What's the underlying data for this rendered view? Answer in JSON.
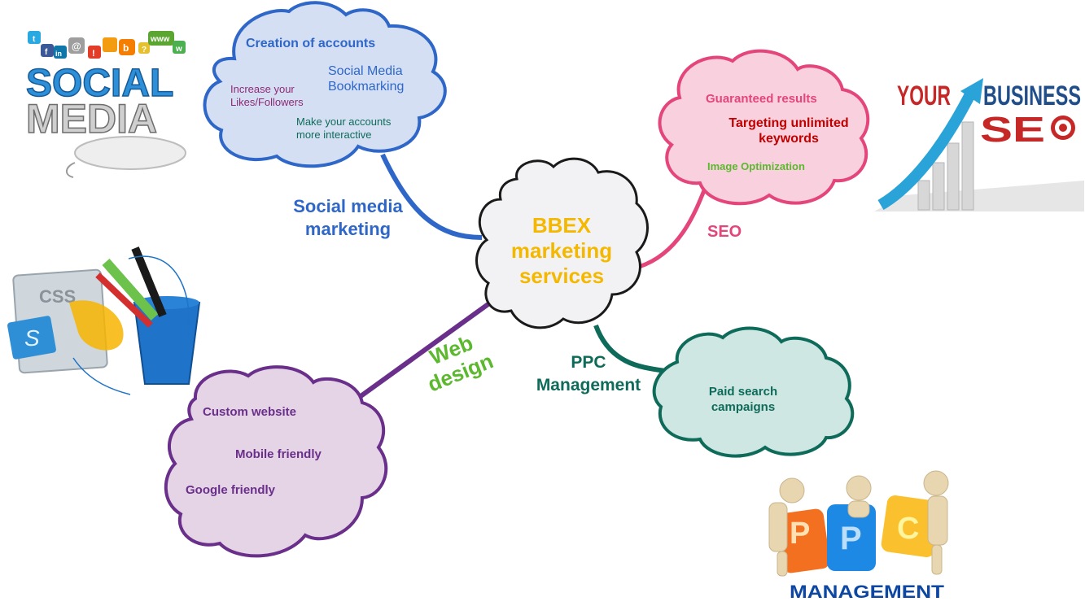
{
  "center": {
    "lines": [
      "BBEX",
      "marketing",
      "services"
    ],
    "color": "#f5b800"
  },
  "branches": {
    "social": {
      "label_lines": [
        "Social media",
        "marketing"
      ],
      "color": "#2f67c8",
      "items": {
        "creation": "Creation of accounts",
        "bookmarking_1": "Social Media",
        "bookmarking_2": "Bookmarking",
        "likes_1": "Increase your",
        "likes_2": "Likes/Followers",
        "interactive_1": "Make your accounts",
        "interactive_2": "more interactive"
      }
    },
    "seo": {
      "label": "SEO",
      "color": "#e4457b",
      "items": {
        "guaranteed": "Guaranteed results",
        "targeting_1": "Targeting unlimited",
        "targeting_2": "keywords",
        "image": "Image Optimization"
      }
    },
    "ppc": {
      "label_lines": [
        "PPC",
        "Management"
      ],
      "color": "#0e6b5a",
      "items": {
        "paid_1": "Paid search",
        "paid_2": "campaigns"
      }
    },
    "web": {
      "label_lines": [
        "Web",
        "design"
      ],
      "label_color": "#5cb82e",
      "color": "#6a2f8a",
      "items": {
        "custom": "Custom website",
        "mobile": "Mobile friendly",
        "google": "Google friendly"
      }
    }
  },
  "images": {
    "social_media": {
      "line1": "SOCIAL",
      "line2": "MEDIA",
      "icons": [
        "t",
        "f",
        "in",
        "@",
        "!",
        "b",
        "?",
        "www",
        "w"
      ]
    },
    "seo": {
      "your": "YOUR",
      "business": "BUSINESS",
      "seo": "SE"
    },
    "css": {
      "label": "CSS",
      "s": "S"
    },
    "ppc": {
      "letters": [
        "P",
        "P",
        "C"
      ],
      "caption": "MANAGEMENT"
    }
  }
}
